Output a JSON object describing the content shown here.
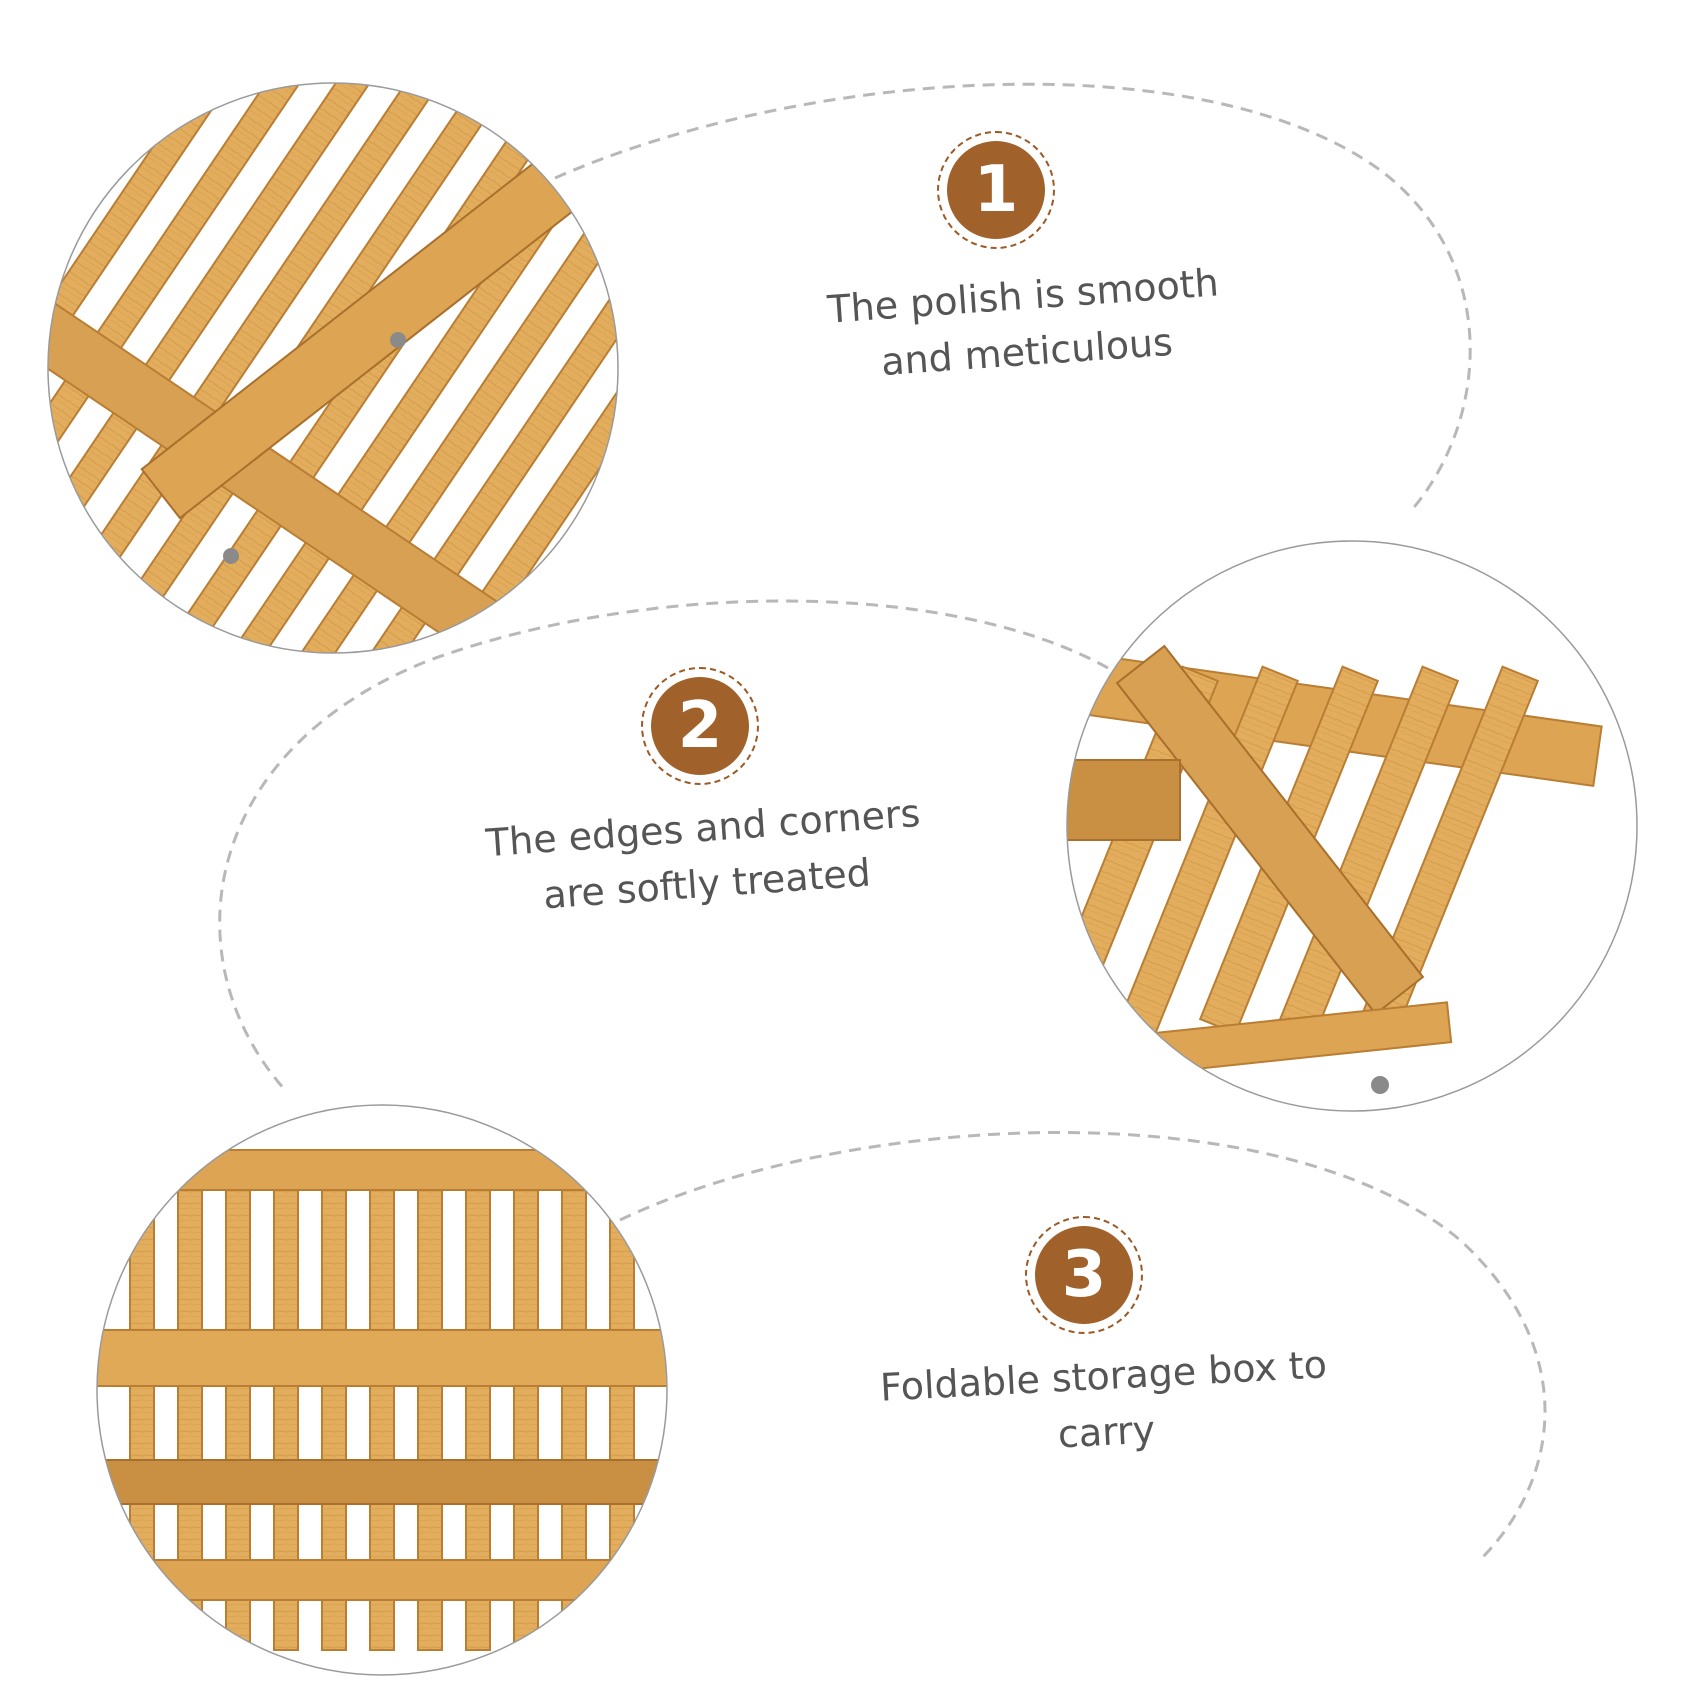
{
  "colors": {
    "badge_fill": "#a0622a",
    "badge_ring": "#9c5a25",
    "caption_text": "#555555",
    "dashed_line": "#b8b8b8",
    "wood_light": "#e3ad5e",
    "wood_mid": "#d39b4c",
    "wood_dark": "#b97e34"
  },
  "features": [
    {
      "number": "1",
      "text": "The polish is smooth and meticulous"
    },
    {
      "number": "2",
      "text": "The edges and corners are softly treated"
    },
    {
      "number": "3",
      "text": "Foldable storage box to carry"
    }
  ],
  "photos": [
    {
      "subject": "bamboo slats with hinged cross bar"
    },
    {
      "subject": "bamboo frame corner joint"
    },
    {
      "subject": "bamboo rack slat panel"
    }
  ]
}
